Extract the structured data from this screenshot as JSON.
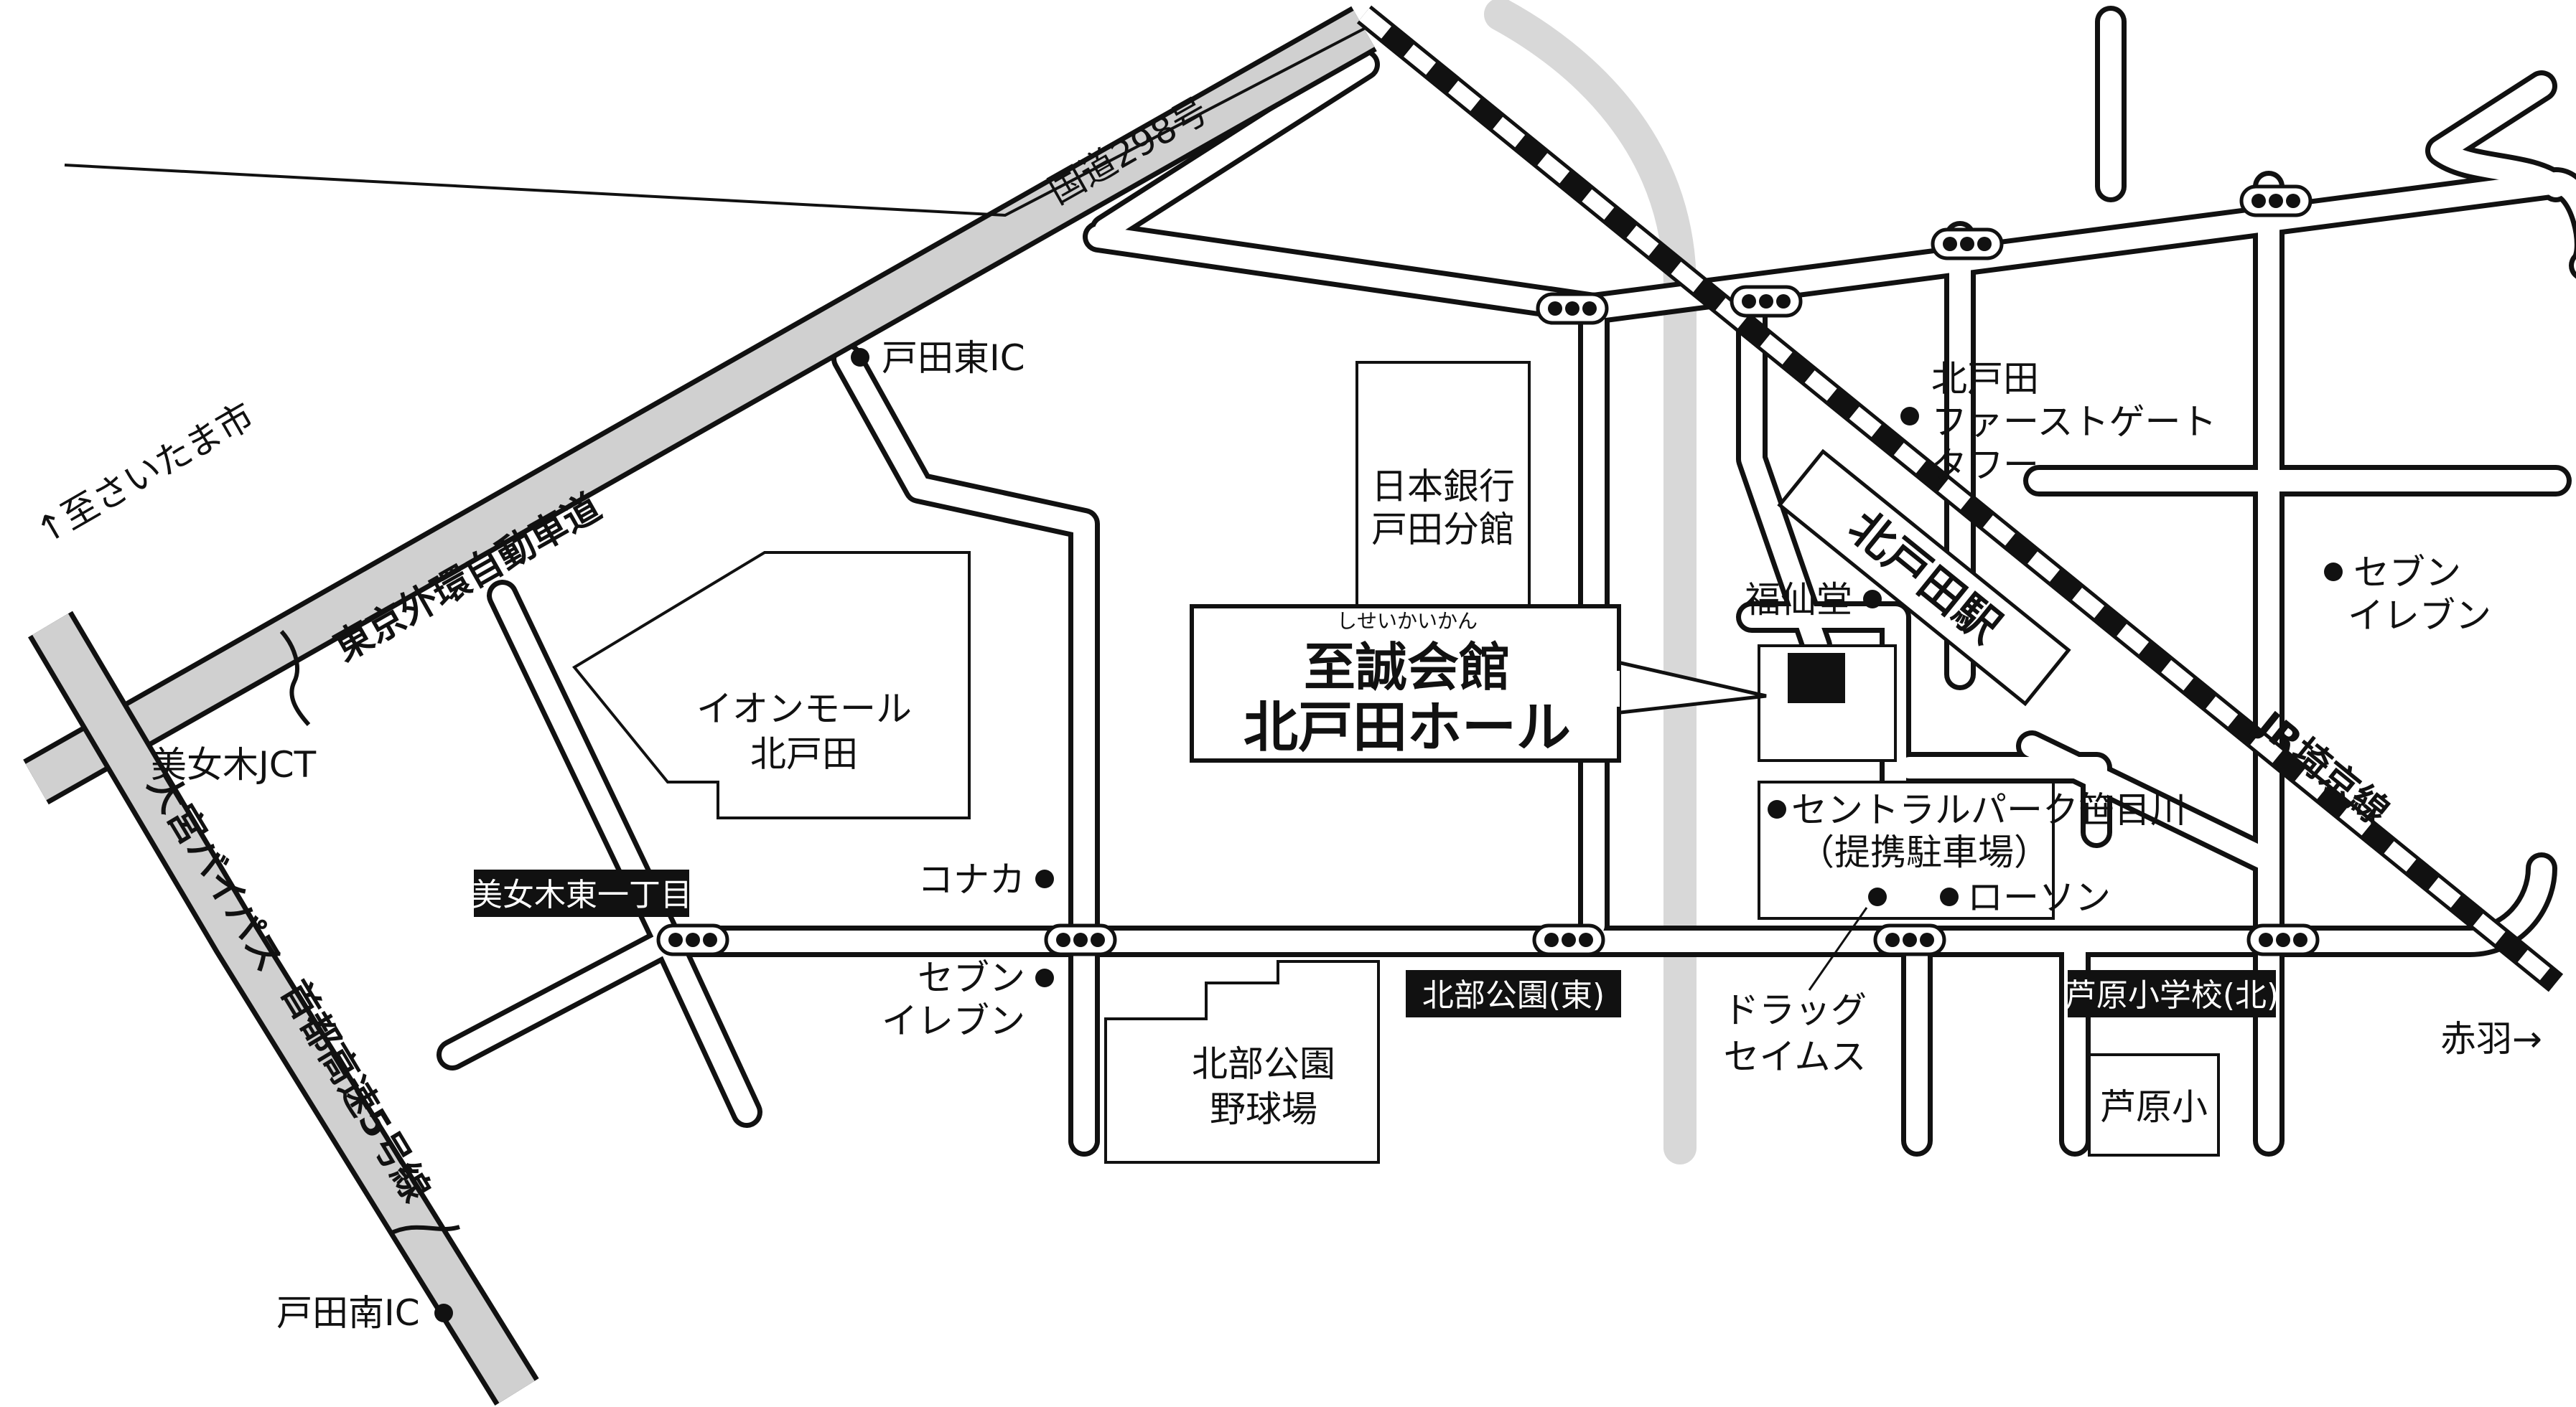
{
  "title": {
    "ruby": "しせいかいかん",
    "line1": "至誠会館",
    "line2": "北戸田ホール"
  },
  "highways": {
    "gaikan": "東京外環自動車道",
    "route298": "国道298号",
    "omiya_bypass": "大宮バイパス",
    "shuto5": "首都高速5号線"
  },
  "railway": {
    "line_name": "JR埼京線",
    "station": "北戸田駅"
  },
  "directions": {
    "saitama": "↑至さいたま市",
    "akabane": "赤羽→"
  },
  "intersections": {
    "bijogi_higashi": "美女木東一丁目",
    "hokubu_koen_higashi": "北部公園(東)",
    "ashihara_shogakko_kita": "芦原小学校(北)"
  },
  "places": {
    "toda_higashi_ic": "戸田東IC",
    "toda_minami_ic": "戸田南IC",
    "bijogi_jct": "美女木JCT",
    "aeon_line1": "イオンモール",
    "aeon_line2": "北戸田",
    "nichigin_line1": "日本銀行",
    "nichigin_line2": "戸田分館",
    "first_gate_line1": "北戸田",
    "first_gate_line2": "ファーストゲート",
    "first_gate_line3": "タワー",
    "fukusendo": "福仙堂",
    "seven_east_line1": "セブン",
    "seven_east_line2": "イレブン",
    "konaka": "コナカ",
    "seven_west_line1": "セブン",
    "seven_west_line2": "イレブン",
    "central_park_line1": "セントラルパーク笹目川",
    "central_park_line2": "（提携駐車場）",
    "lawson": "ローソン",
    "drug_line1": "ドラッグ",
    "drug_line2": "セイムス",
    "ballpark_line1": "北部公園",
    "ballpark_line2": "野球場",
    "ashihara_school": "芦原小"
  },
  "icons": [
    "traffic-signal-icon",
    "poi-dot-icon",
    "venue-marker-icon",
    "road-break-icon"
  ],
  "colors": {
    "ink": "#111111",
    "highway_fill": "#d0d0d0",
    "background": "#ffffff"
  }
}
